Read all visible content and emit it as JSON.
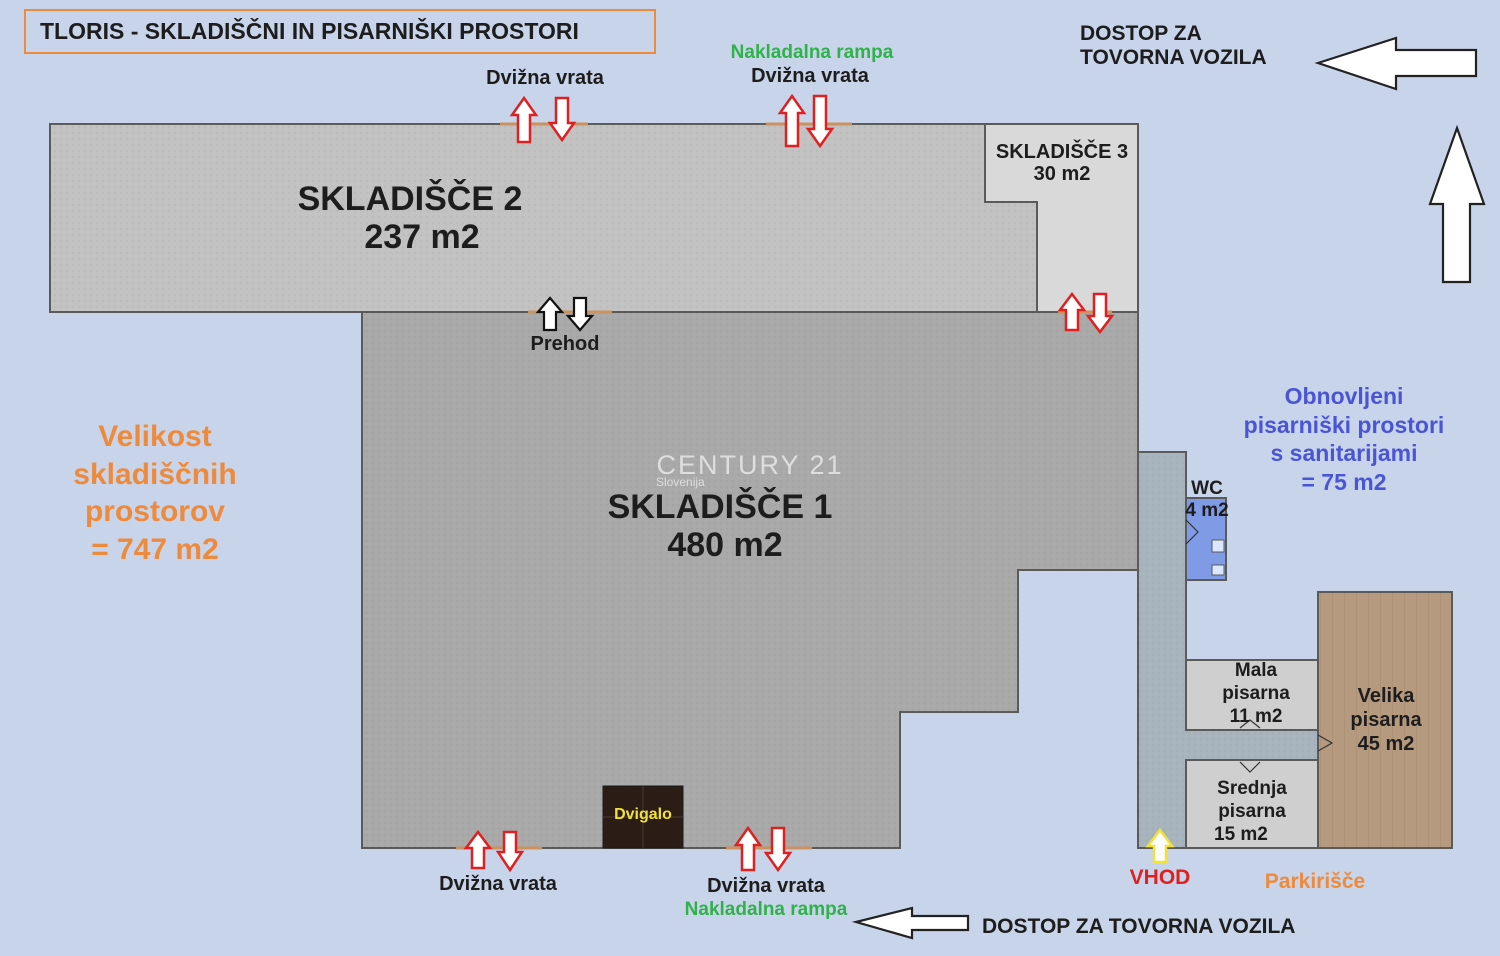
{
  "title": "TLORIS - SKLADIŠČNI IN PISARNIŠKI PROSTORI",
  "access_top": {
    "line1": "DOSTOP ZA",
    "line2": "TOVORNA VOZILA"
  },
  "access_bottom": "DOSTOP ZA TOVORNA VOZILA",
  "rooms": {
    "skladisce2": {
      "name": "SKLADIŠČE 2",
      "area": "237 m2"
    },
    "skladisce3": {
      "name": "SKLADIŠČE 3",
      "area": "30 m2"
    },
    "skladisce1": {
      "name": "SKLADIŠČE 1",
      "area": "480 m2"
    },
    "wc": {
      "name": "WC",
      "area": "4 m2"
    },
    "mala_pisarna": {
      "line1": "Mala",
      "line2": "pisarna",
      "area": "11 m2"
    },
    "srednja_pisarna": {
      "line1": "Srednja",
      "line2": "pisarna",
      "area": "15 m2"
    },
    "velika_pisarna": {
      "line1": "Velika",
      "line2": "pisarna",
      "area": "45 m2"
    }
  },
  "doors": {
    "lift_door": "Dvižna vrata",
    "loading_ramp": "Nakladalna rampa",
    "passage": "Prehod",
    "entrance": "VHOD",
    "elevator": "Dvigalo"
  },
  "parking": "Parkirišče",
  "watermark": {
    "brand": "CENTURY 21",
    "sub": "Slovenija"
  },
  "storage_total": {
    "line1": "Velikost",
    "line2": "skladiščnih",
    "line3": "prostorov",
    "line4": "= 747 m2"
  },
  "office_total": {
    "line1": "Obnovljeni",
    "line2": "pisarniški prostori",
    "line3": "s sanitarijami",
    "line4": "= 75 m2"
  },
  "colors": {
    "background": "#c8d4ea",
    "warehouse": "#a9a9a9",
    "warehouse_light": "#c2c2c2",
    "storage3": "#d9d9d9",
    "corridor": "#a7b4be",
    "wc": "#7f9be6",
    "office": "#cfcfcf",
    "velika_office": "#b69a7f",
    "arrow_red": "#e02020",
    "entrance_yellow": "#f3e236",
    "storage_label": "#ee8a3c",
    "office_label": "#4a55d6",
    "ramp_label": "#2fb24a",
    "entrance_label": "#e02020"
  }
}
